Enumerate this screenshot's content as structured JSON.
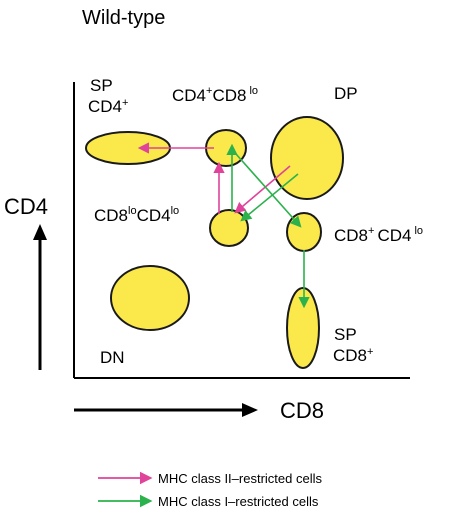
{
  "title": "Wild-type",
  "axes": {
    "x_label": "CD8",
    "y_label": "CD4"
  },
  "populations": {
    "sp_cd4": {
      "line1": "SP",
      "line2_main": "CD4",
      "line2_sup": "+"
    },
    "cd4_cd8lo": {
      "part1": "CD4",
      "sup1": "+",
      "part2": "CD8",
      "sup2": "lo"
    },
    "dp": {
      "label": "DP"
    },
    "cd8lo_cd4lo": {
      "part1": "CD8",
      "sup1": "lo",
      "part2": "CD4",
      "sup2": "lo"
    },
    "cd8_cd4lo": {
      "part1": "CD8",
      "sup1": "+",
      "part2": "CD4",
      "sup2": "lo"
    },
    "dn": {
      "label": "DN"
    },
    "sp_cd8": {
      "line1": "SP",
      "line2_main": "CD8",
      "line2_sup": "+"
    }
  },
  "legend": [
    {
      "label": "MHC class II–restricted cells",
      "color": "#e0439a"
    },
    {
      "label": "MHC class I–restricted cells",
      "color": "#2bb24c"
    }
  ],
  "colors": {
    "cell_fill": "#fbe84a",
    "outline": "#1a1a1a",
    "class2_arrow": "#e0439a",
    "class1_arrow": "#2bb24c"
  }
}
